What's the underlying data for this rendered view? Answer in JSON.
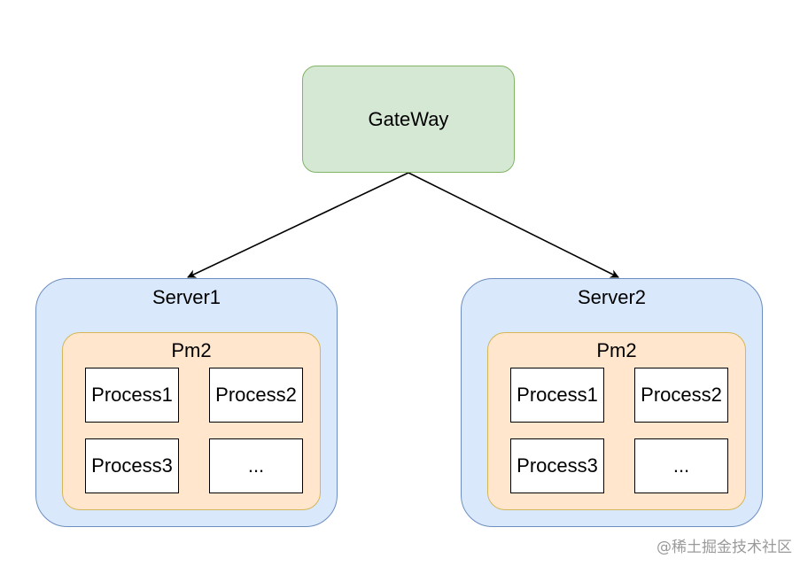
{
  "gateway": {
    "label": "GateWay"
  },
  "servers": [
    {
      "title": "Server1",
      "pm": {
        "title": "Pm2",
        "processes": [
          "Process1",
          "Process2",
          "Process3",
          "..."
        ]
      }
    },
    {
      "title": "Server2",
      "pm": {
        "title": "Pm2",
        "processes": [
          "Process1",
          "Process2",
          "Process3",
          "..."
        ]
      }
    }
  ],
  "watermark": "@稀土掘金技术社区",
  "colors": {
    "gateway_fill": "#d5e8d4",
    "gateway_stroke": "#82b366",
    "server_fill": "#dae8fc",
    "server_stroke": "#6c8ebf",
    "pm_fill": "#ffe6cc",
    "pm_stroke": "#d6b656",
    "process_fill": "#ffffff",
    "process_stroke": "#000000"
  }
}
